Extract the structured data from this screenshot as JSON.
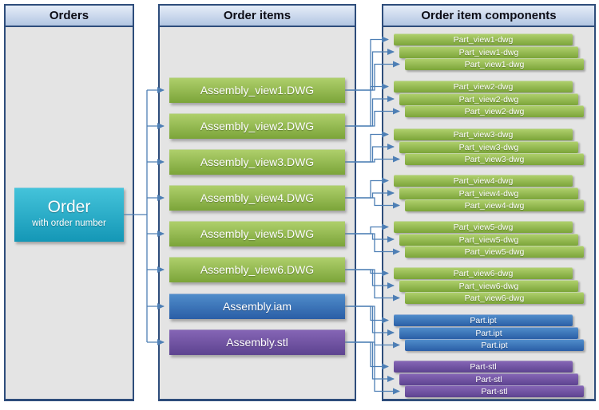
{
  "panels": [
    {
      "title": "Orders"
    },
    {
      "title": "Order items"
    },
    {
      "title": "Order item components"
    }
  ],
  "order_node": {
    "title": "Order",
    "subtitle": "with order number"
  },
  "order_items": [
    {
      "label": "Assembly_view1.DWG",
      "type": "green"
    },
    {
      "label": "Assembly_view2.DWG",
      "type": "green"
    },
    {
      "label": "Assembly_view3.DWG",
      "type": "green"
    },
    {
      "label": "Assembly_view4.DWG",
      "type": "green"
    },
    {
      "label": "Assembly_view5.DWG",
      "type": "green"
    },
    {
      "label": "Assembly_view6.DWG",
      "type": "green"
    },
    {
      "label": "Assembly.iam",
      "type": "blue"
    },
    {
      "label": "Assembly.stl",
      "type": "purple"
    }
  ],
  "component_groups": [
    {
      "label": "Part_view1-dwg",
      "type": "green",
      "copies": 3
    },
    {
      "label": "Part_view2-dwg",
      "type": "green",
      "copies": 3
    },
    {
      "label": "Part_view3-dwg",
      "type": "green",
      "copies": 3
    },
    {
      "label": "Part_view4-dwg",
      "type": "green",
      "copies": 3
    },
    {
      "label": "Part_view5-dwg",
      "type": "green",
      "copies": 3
    },
    {
      "label": "Part_view6-dwg",
      "type": "green",
      "copies": 3
    },
    {
      "label": "Part.ipt",
      "type": "blue",
      "copies": 3
    },
    {
      "label": "Part-stl",
      "type": "purple",
      "copies": 3
    }
  ],
  "colors": {
    "panel_border": "#2e4d7b",
    "header_top": "#e5edf8",
    "header_mid": "#c9d7ec",
    "header_bottom": "#b2c6e2",
    "green_top": "#aecf6b",
    "green_bottom": "#7ba439",
    "blue_top": "#4f8cca",
    "blue_bottom": "#2a5ea6",
    "purple_top": "#8565b5",
    "purple_bottom": "#5d4390",
    "teal_top": "#44c3da",
    "teal_bottom": "#1497b6",
    "connector": "#4e7fb5"
  }
}
